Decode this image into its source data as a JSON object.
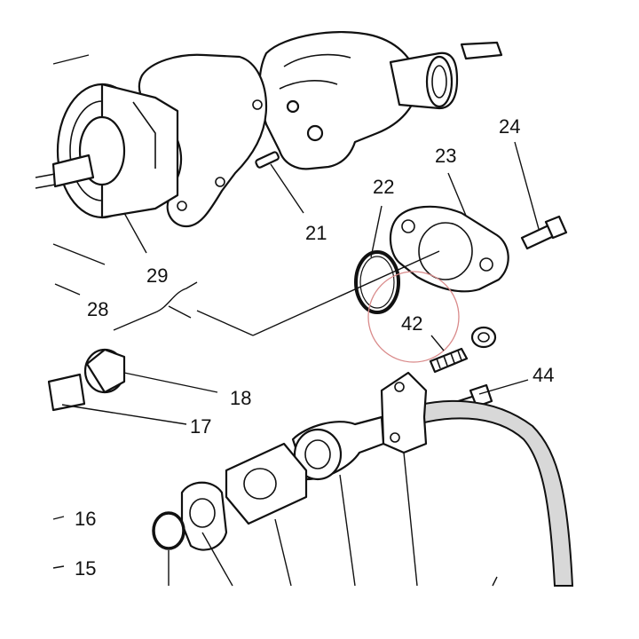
{
  "callouts": {
    "c15": "15",
    "c16": "16",
    "c17": "17",
    "c18": "18",
    "c21": "21",
    "c22": "22",
    "c23": "23",
    "c24": "24",
    "c28": "28",
    "c29": "29",
    "c42": "42",
    "c44": "44"
  },
  "colors": {
    "line": "#111111",
    "highlight_circle": "#d98a8a",
    "hose_fill": "#d8d8d8",
    "background": "#ffffff"
  }
}
